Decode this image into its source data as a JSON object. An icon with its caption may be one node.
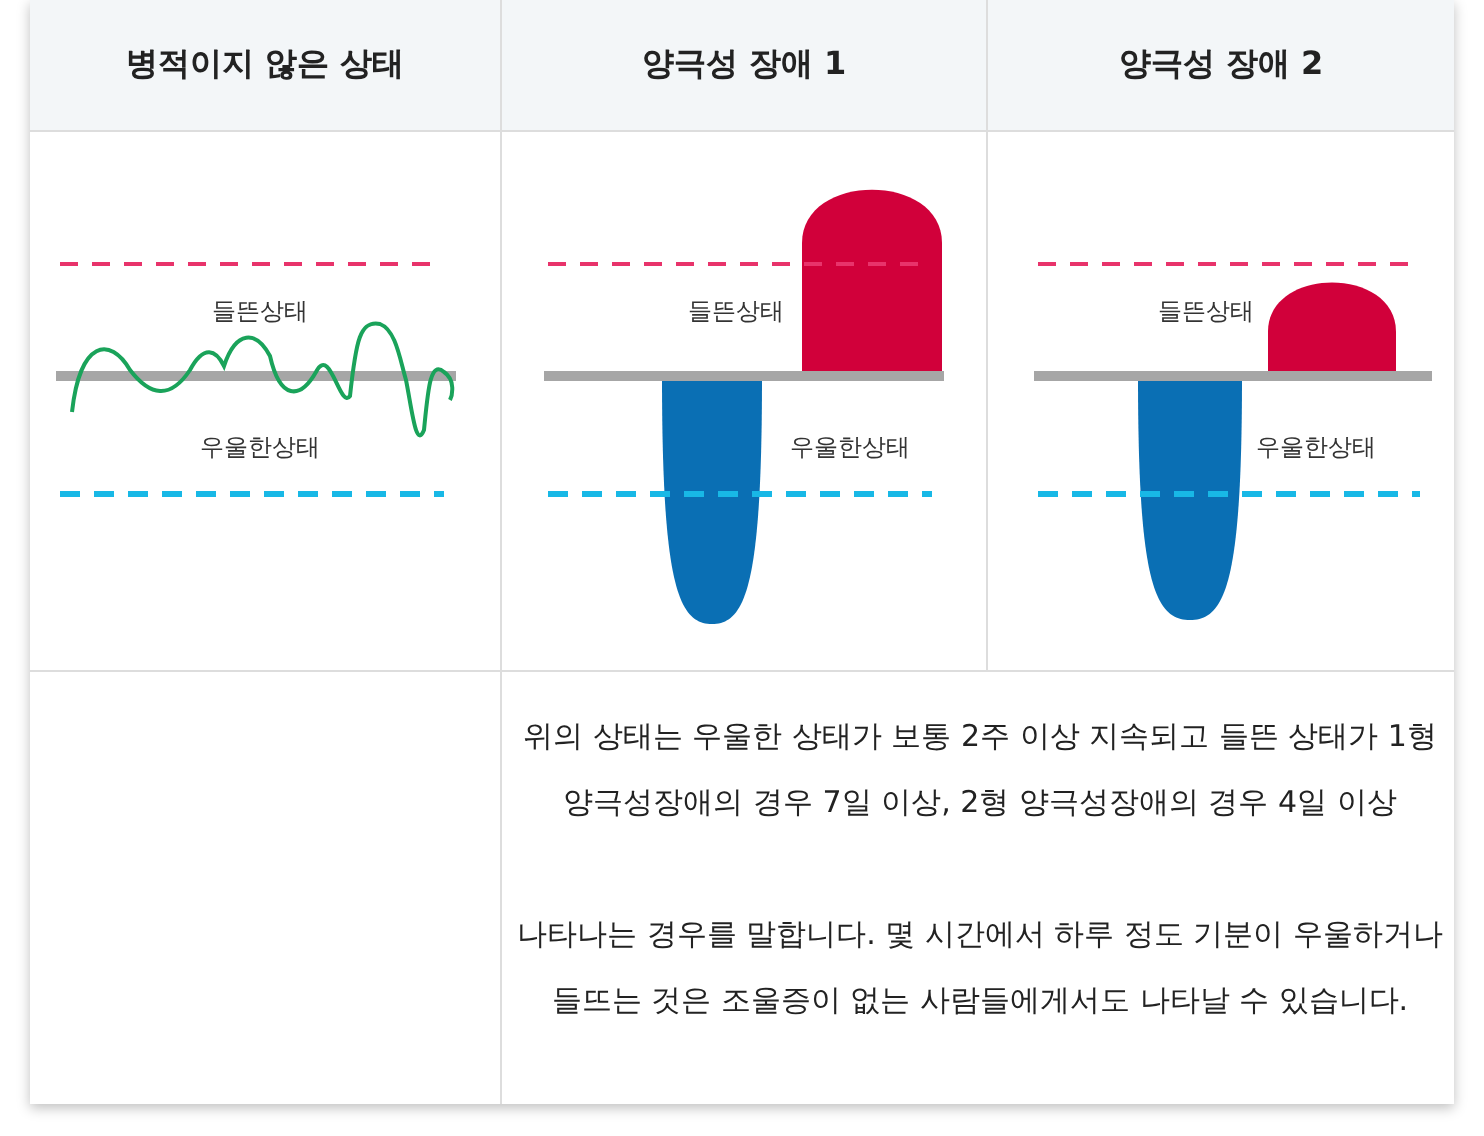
{
  "diagram": {
    "labels": [
      "병적이지 않은 상태",
      "양극성 장애 1",
      "양극성 장애 2",
      "들뜬상태",
      "우울한상태",
      "들뜬상태",
      "우울한상태",
      "들뜬상태",
      "우울한상태",
      "위의 상태는 우울한 상태가 보통 2주 이상 지속되고 들뜬 상태가 1형 양극성장애의 경우 7일 이상, 2형 양극성장애의 경우 4일 이상",
      "나타나는 경우를 말합니다. 몇 시간에서 하루 정도 기분이 우울하거나 들뜨는 것은 조울증이 없는 사람들에게서도 나타날 수 있습니다."
    ]
  }
}
